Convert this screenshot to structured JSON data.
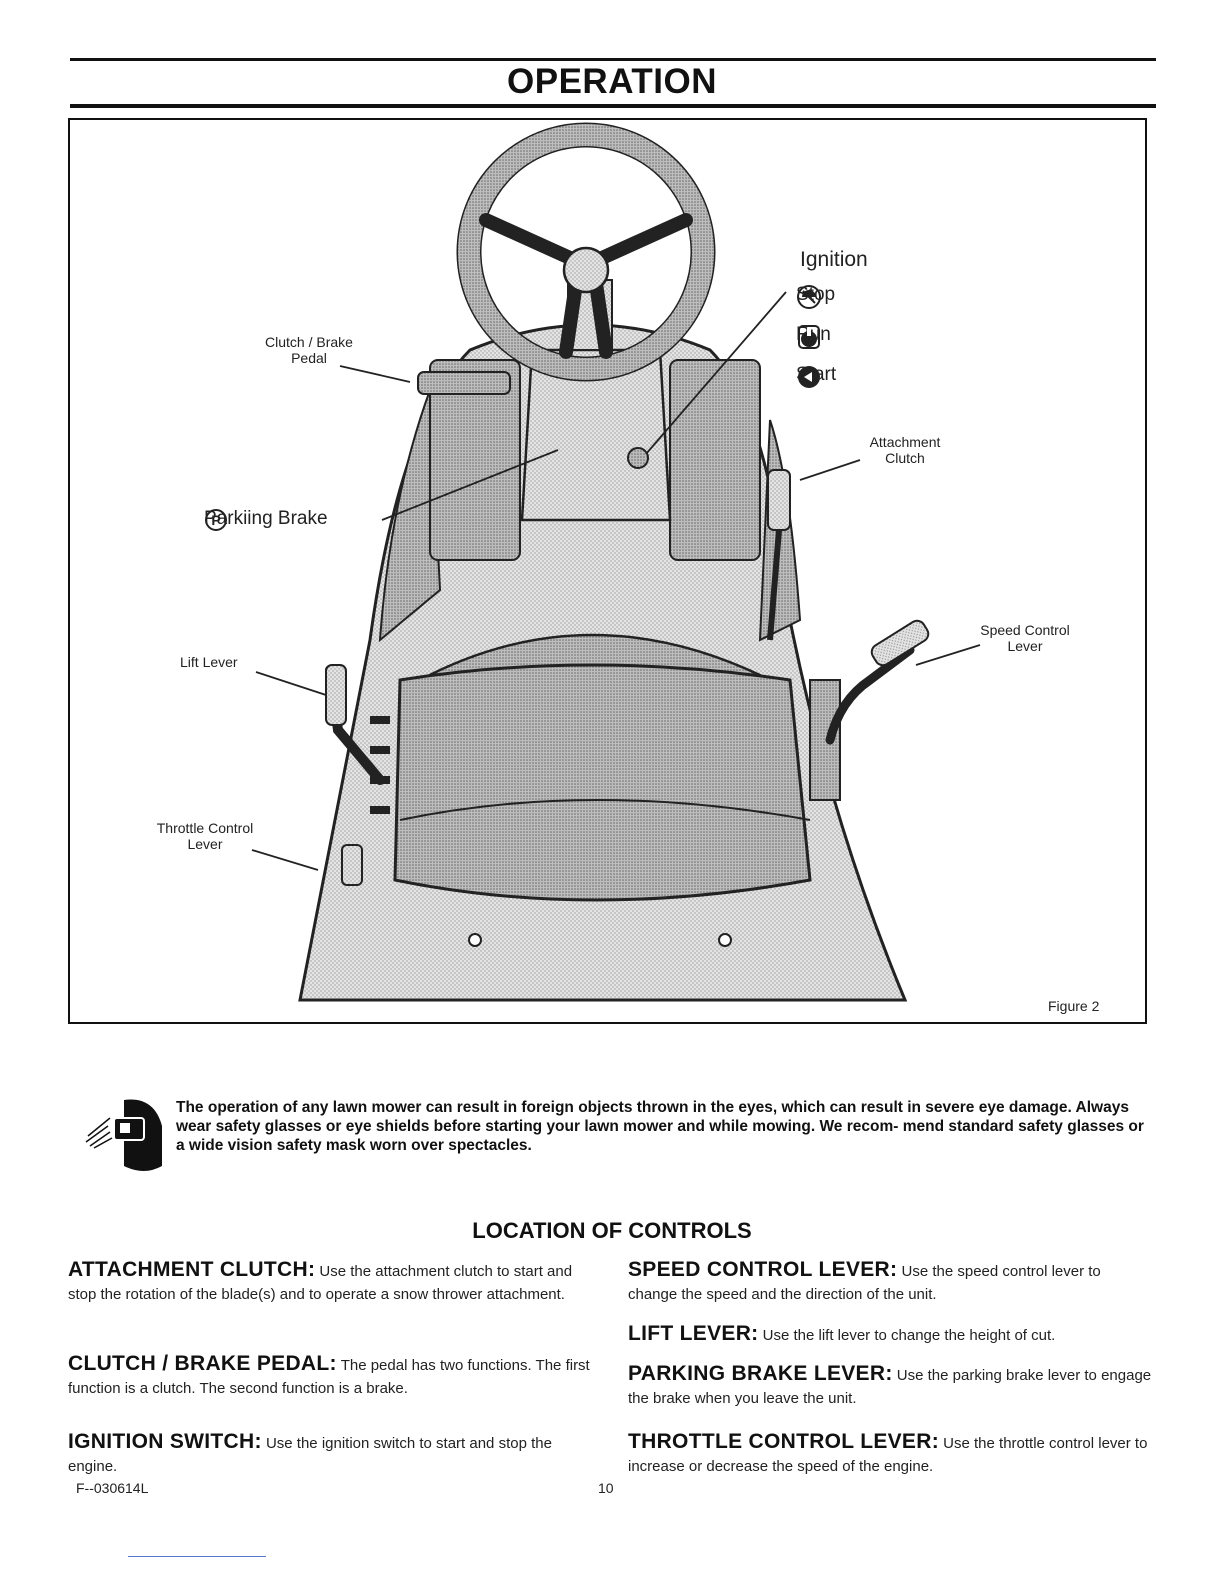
{
  "page": {
    "title": "OPERATION",
    "figure_caption": "Figure 2",
    "page_number": "10",
    "doc_code": "F--030614L"
  },
  "figure": {
    "labels": {
      "clutch_brake_1": "Clutch / Brake",
      "clutch_brake_2": "Pedal",
      "parking_brake": "Parkiing Brake",
      "lift_lever": "Lift  Lever",
      "throttle_1": "Throttle Control",
      "throttle_2": "Lever",
      "attachment_1": "Attachment",
      "attachment_2": "Clutch",
      "speed_1": "Speed Control",
      "speed_2": "Lever"
    },
    "ignition": {
      "heading": "Ignition",
      "stop": "Stop",
      "run": "Run",
      "start": "Start"
    }
  },
  "warning": {
    "text": "The operation of any lawn mower can result in foreign objects thrown in the eyes, which can result in severe eye damage. Always wear safety glasses or eye shields before starting your lawn mower and while mowing. We recom- mend standard safety glasses or a wide vision safety mask worn over spectacles."
  },
  "controls": {
    "title": "LOCATION OF CONTROLS",
    "items": [
      {
        "heading": "ATTACHMENT CLUTCH:",
        "text": "Use the attachment clutch to start and stop the rotation of the blade(s) and to operate a snow thrower attachment."
      },
      {
        "heading": "CLUTCH / BRAKE PEDAL:",
        "text": "The pedal has two functions. The first function is a clutch. The second function is a brake."
      },
      {
        "heading": "IGNITION SWITCH:",
        "text": "Use the ignition switch to start and stop the engine."
      },
      {
        "heading": "SPEED CONTROL LEVER:",
        "text": "Use the speed control lever to change the speed and the direction of the unit."
      },
      {
        "heading": "LIFT LEVER:",
        "text": "Use the lift lever to change the height of cut."
      },
      {
        "heading": "PARKING BRAKE LEVER:",
        "text": "Use the parking brake lever to engage the brake when you leave the unit."
      },
      {
        "heading": "THROTTLE CONTROL LEVER:",
        "text": "Use the throttle control lever to increase or decrease the speed of the engine."
      }
    ]
  }
}
